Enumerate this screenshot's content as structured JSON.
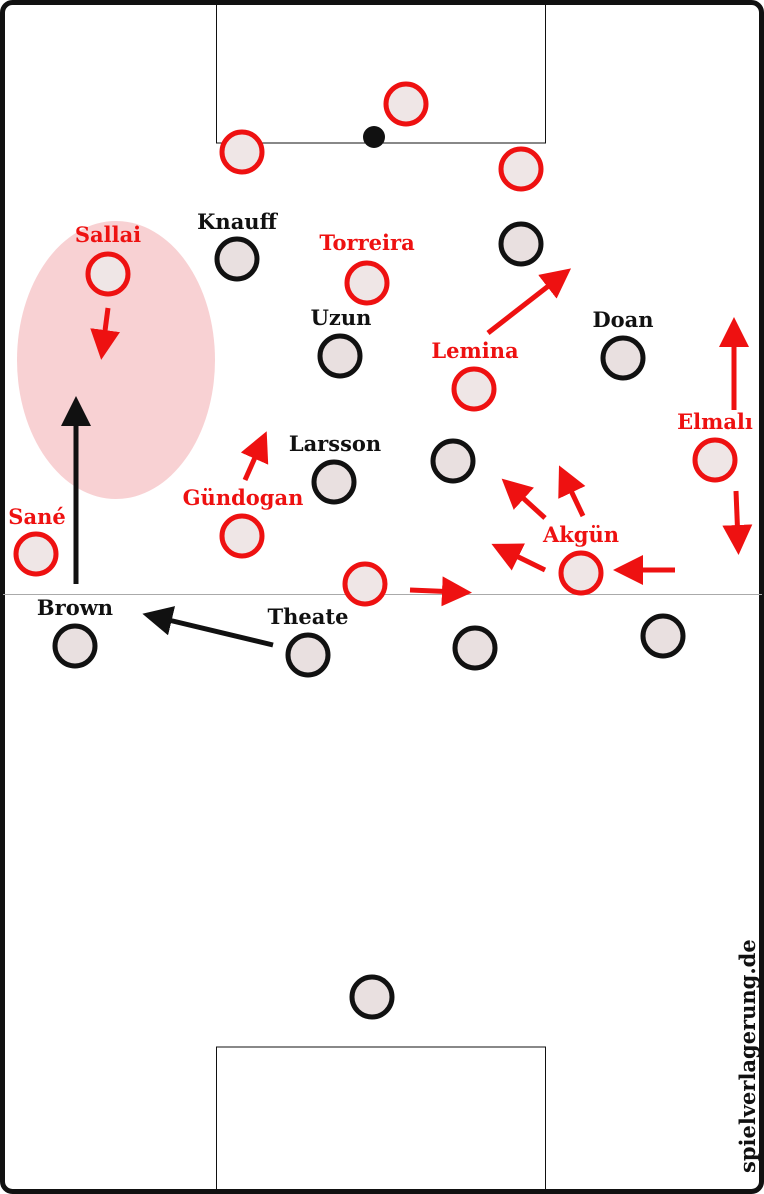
{
  "colors": {
    "red_team": "#ee1111",
    "black_team": "#111111",
    "player_fill": "#efe6e6",
    "highlight_zone": "#f7c9cb"
  },
  "watermark": "spielverlagerung.de",
  "ball": {
    "label": ""
  },
  "red_players": [
    {
      "id": "gk-area-left",
      "name": ""
    },
    {
      "id": "gk-area-top",
      "name": ""
    },
    {
      "id": "gk-area-right",
      "name": ""
    },
    {
      "id": "sallai",
      "name": "Sallai"
    },
    {
      "id": "torreira",
      "name": "Torreira"
    },
    {
      "id": "lemina",
      "name": "Lemina"
    },
    {
      "id": "elmali",
      "name": "Elmalı"
    },
    {
      "id": "gundogan",
      "name": "Gündogan"
    },
    {
      "id": "sane",
      "name": "Sané"
    },
    {
      "id": "akgun",
      "name": "Akgün"
    },
    {
      "id": "center-back-line",
      "name": ""
    }
  ],
  "black_players": [
    {
      "id": "knauff",
      "name": "Knauff"
    },
    {
      "id": "uzun",
      "name": "Uzun"
    },
    {
      "id": "doan",
      "name": "Doan"
    },
    {
      "id": "larsson",
      "name": "Larsson"
    },
    {
      "id": "brown",
      "name": "Brown"
    },
    {
      "id": "theate",
      "name": "Theate"
    },
    {
      "id": "black-top-right",
      "name": ""
    },
    {
      "id": "black-center",
      "name": ""
    },
    {
      "id": "black-cb-right",
      "name": ""
    },
    {
      "id": "black-rb",
      "name": ""
    },
    {
      "id": "black-goalkeeper",
      "name": ""
    }
  ]
}
